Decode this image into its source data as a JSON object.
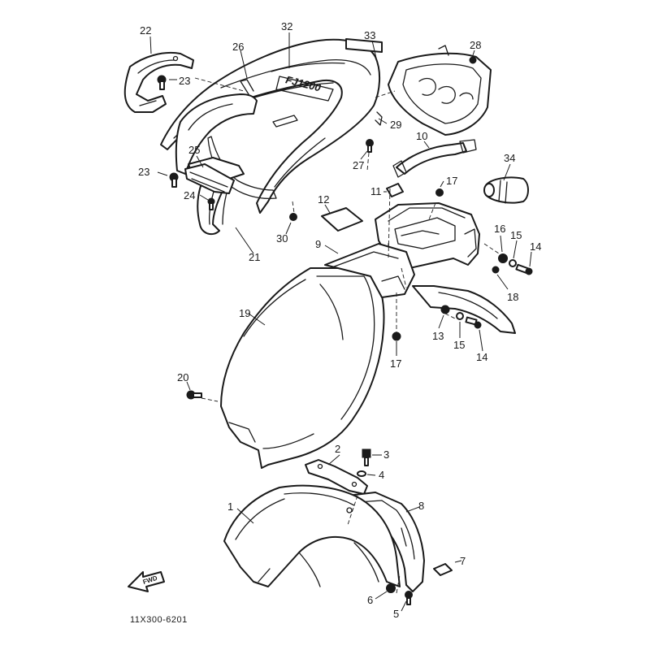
{
  "diagram": {
    "drawing_code": "11X300-6201",
    "seat_logo": "FJ1200",
    "forward_arrow_label": "FWD"
  },
  "callouts": {
    "c1": "1",
    "c2": "2",
    "c3": "3",
    "c4": "4",
    "c5": "5",
    "c6": "6",
    "c7": "7",
    "c8": "8",
    "c9": "9",
    "c10": "10",
    "c11": "11",
    "c12": "12",
    "c13": "13",
    "c14a": "14",
    "c14b": "14",
    "c15a": "15",
    "c15b": "15",
    "c16": "16",
    "c17a": "17",
    "c17b": "17",
    "c18": "18",
    "c19": "19",
    "c20": "20",
    "c21": "21",
    "c22": "22",
    "c23a": "23",
    "c23b": "23",
    "c24": "24",
    "c25": "25",
    "c26": "26",
    "c27": "27",
    "c28": "28",
    "c29": "29",
    "c30": "30",
    "c32": "32",
    "c33": "33",
    "c34": "34"
  }
}
